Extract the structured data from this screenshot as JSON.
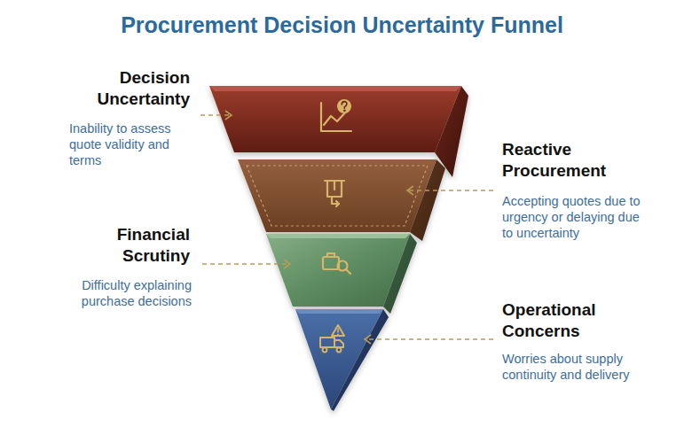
{
  "diagram": {
    "title": "Procurement Decision Uncertainty Funnel",
    "nodes": [
      {
        "text": [
          "Decision Uncertainty",
          "Inability to assess quote validity and terms"
        ]
      },
      {
        "text": [
          "Reactive Procurement",
          "Accepting quotes due to urgency or delaying due to uncertainty"
        ]
      },
      {
        "text": [
          "Financial Scrutiny",
          "Difficulty explaining purchase decisions"
        ]
      },
      {
        "text": [
          "Operational Concerns",
          "Worries about supply continuity and delivery"
        ]
      }
    ]
  }
}
